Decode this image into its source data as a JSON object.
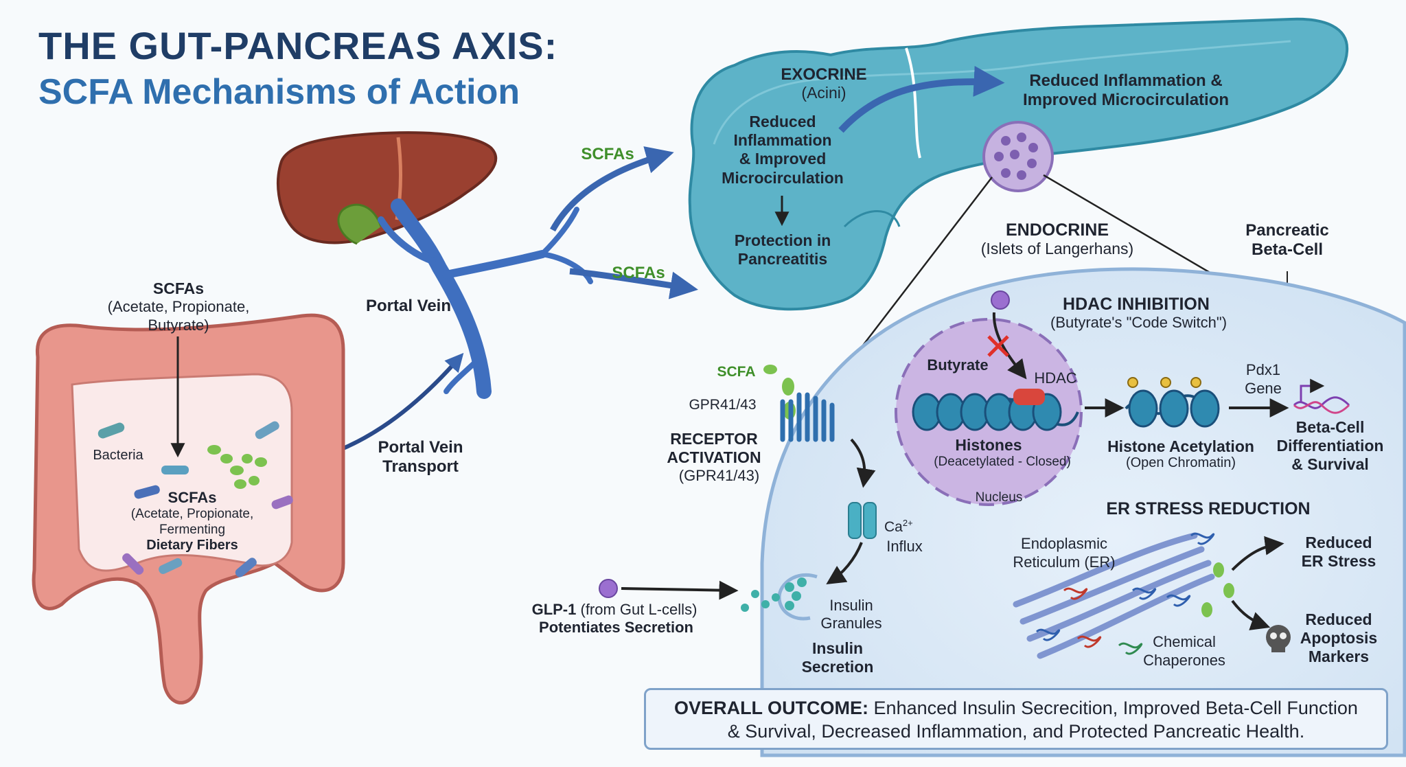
{
  "title": {
    "line1": "THE GUT-PANCREAS AXIS:",
    "line2": "SCFA Mechanisms of Action"
  },
  "gut": {
    "scfa_top_title": "SCFAs",
    "scfa_top_line1": "(Acetate, Propionate,",
    "scfa_top_line2": "Butyrate)",
    "bacteria": "Bacteria",
    "scfa_inner_title": "SCFAs",
    "scfa_inner_line1": "(Acetate, Propionate,",
    "fermenting": "Fermenting",
    "dietary_fibers": "Dietary Fibers"
  },
  "portal": {
    "vein_label": "Portal Vein",
    "transport_line1": "Portal Vein",
    "transport_line2": "Transport",
    "scfas_upper": "SCFAs",
    "scfas_lower": "SCFAs"
  },
  "exocrine": {
    "title": "EXOCRINE",
    "subtitle": "(Acini)",
    "effect_line1": "Reduced",
    "effect_line2": "Inflammation",
    "effect_line3": "& Improved",
    "effect_line4": "Microcirculation",
    "protection_line1": "Protection in",
    "protection_line2": "Pancreatitis",
    "right_line1": "Reduced Inflammation &",
    "right_line2": "Improved Microcirculation"
  },
  "endocrine": {
    "title": "ENDOCRINE",
    "subtitle": "(Islets of Langerhans)",
    "beta_line1": "Pancreatic",
    "beta_line2": "Beta-Cell"
  },
  "hdac": {
    "title": "HDAC INHIBITION",
    "subtitle": "(Butyrate's \"Code Switch\")",
    "butyrate": "Butyrate",
    "hdac": "HDAC",
    "histones": "Histones",
    "histones_sub": "(Deacetylated - Closed)",
    "nucleus": "Nucleus",
    "acetylation": "Histone Acetylation",
    "acetylation_sub": "(Open Chromatin)",
    "pdx1_line1": "Pdx1",
    "pdx1_line2": "Gene",
    "outcome_line1": "Beta-Cell",
    "outcome_line2": "Differentiation",
    "outcome_line3": "& Survival"
  },
  "receptor": {
    "scfa": "SCFA",
    "gpr": "GPR41/43",
    "title_line1": "RECEPTOR",
    "title_line2": "ACTIVATION",
    "title_line3": "(GPR41/43)",
    "ca": "Ca",
    "ca_sup": "2+",
    "influx": "Influx",
    "granules_line1": "Insulin",
    "granules_line2": "Granules",
    "secretion_line1": "Insulin",
    "secretion_line2": "Secretion",
    "glp_bold": "GLP-1",
    "glp_rest": " (from Gut L-cells)",
    "glp_line2": "Potentiates Secretion"
  },
  "er": {
    "title": "ER STRESS REDUCTION",
    "er_line1": "Endoplasmic",
    "er_line2": "Reticulum (ER)",
    "chaperones_line1": "Chemical",
    "chaperones_line2": "Chaperones",
    "stress_line1": "Reduced",
    "stress_line2": "ER Stress",
    "apoptosis_line1": "Reduced",
    "apoptosis_line2": "Apoptosis",
    "apoptosis_line3": "Markers"
  },
  "outcome": {
    "label": "OVERALL OUTCOME:",
    "line1_rest": " Enhanced Insulin Secrecition, Improved Beta-Cell Function",
    "line2": "& Survival, Decreased Inflammation, and Protected Pancreatic Health."
  },
  "colors": {
    "title_dark": "#1f3d66",
    "title_blue": "#2f6fae",
    "vein_blue": "#3f6fbf",
    "pancreas_teal": "#4aa8bf",
    "cell_fill": "#dcebf7",
    "nucleus_purple": "#c9b3e0",
    "scfa_green": "#3f8f2a",
    "colon_pink": "#e89a92"
  }
}
